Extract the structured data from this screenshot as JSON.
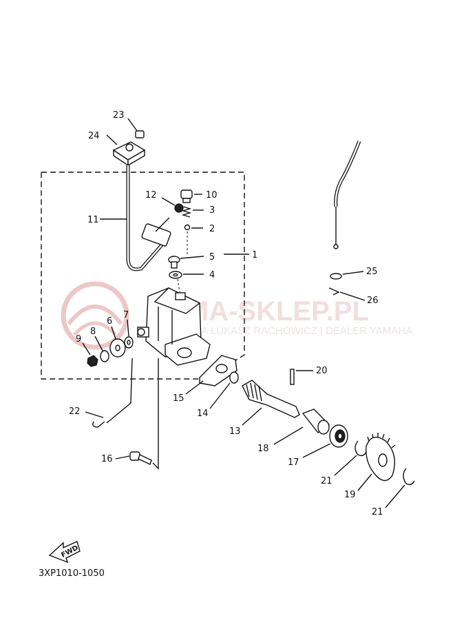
{
  "diagram": {
    "parts": [
      {
        "num": "1"
      },
      {
        "num": "2"
      },
      {
        "num": "3"
      },
      {
        "num": "4"
      },
      {
        "num": "5"
      },
      {
        "num": "6"
      },
      {
        "num": "7"
      },
      {
        "num": "8"
      },
      {
        "num": "9"
      },
      {
        "num": "10"
      },
      {
        "num": "11"
      },
      {
        "num": "12"
      },
      {
        "num": "13"
      },
      {
        "num": "14"
      },
      {
        "num": "15"
      },
      {
        "num": "16"
      },
      {
        "num": "17"
      },
      {
        "num": "18"
      },
      {
        "num": "19"
      },
      {
        "num": "20"
      },
      {
        "num": "21"
      },
      {
        "num": "21"
      },
      {
        "num": "22"
      },
      {
        "num": "23"
      },
      {
        "num": "24"
      },
      {
        "num": "25"
      },
      {
        "num": "26"
      }
    ],
    "fwd_label": "FWD",
    "code": "3XP1010-1050",
    "colors": {
      "ink": "#111111",
      "watermark": "#e3b5b5"
    }
  },
  "watermark": {
    "brand": "YAMA-SKLEP.PL",
    "subtitle": "GRZYMAŁA ŁUKASZ RACHOWICZ | DEALER YAMAHA"
  }
}
